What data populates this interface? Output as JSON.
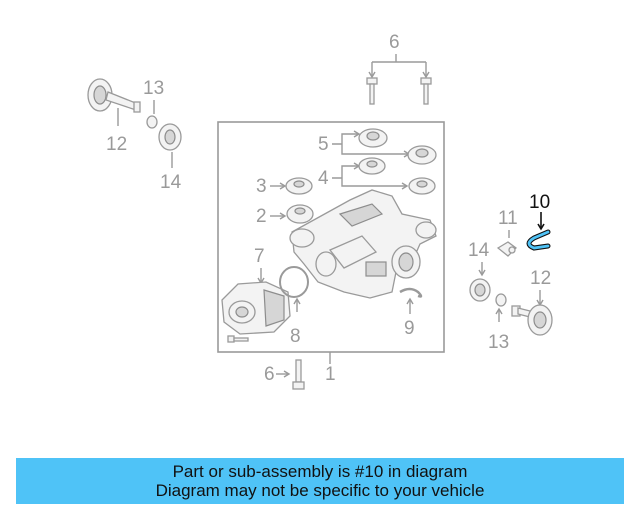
{
  "diagram": {
    "callouts": {
      "c1": "1",
      "c2": "2",
      "c3": "3",
      "c4": "4",
      "c5": "5",
      "c6_top": "6",
      "c6_bottom": "6",
      "c7": "7",
      "c8": "8",
      "c9": "9",
      "c10": "10",
      "c11": "11",
      "c12_left": "12",
      "c12_right": "12",
      "c13_left": "13",
      "c13_right": "13",
      "c14_left": "14",
      "c14_right": "14"
    },
    "highlighted_part": "10",
    "colors": {
      "highlight": "#4fc3f7",
      "line": "#9a9a9a",
      "highlight_text": "#111111"
    }
  },
  "banner": {
    "line1": "Part or sub-assembly is #10 in diagram",
    "line2": "Diagram may not be specific to your vehicle"
  }
}
